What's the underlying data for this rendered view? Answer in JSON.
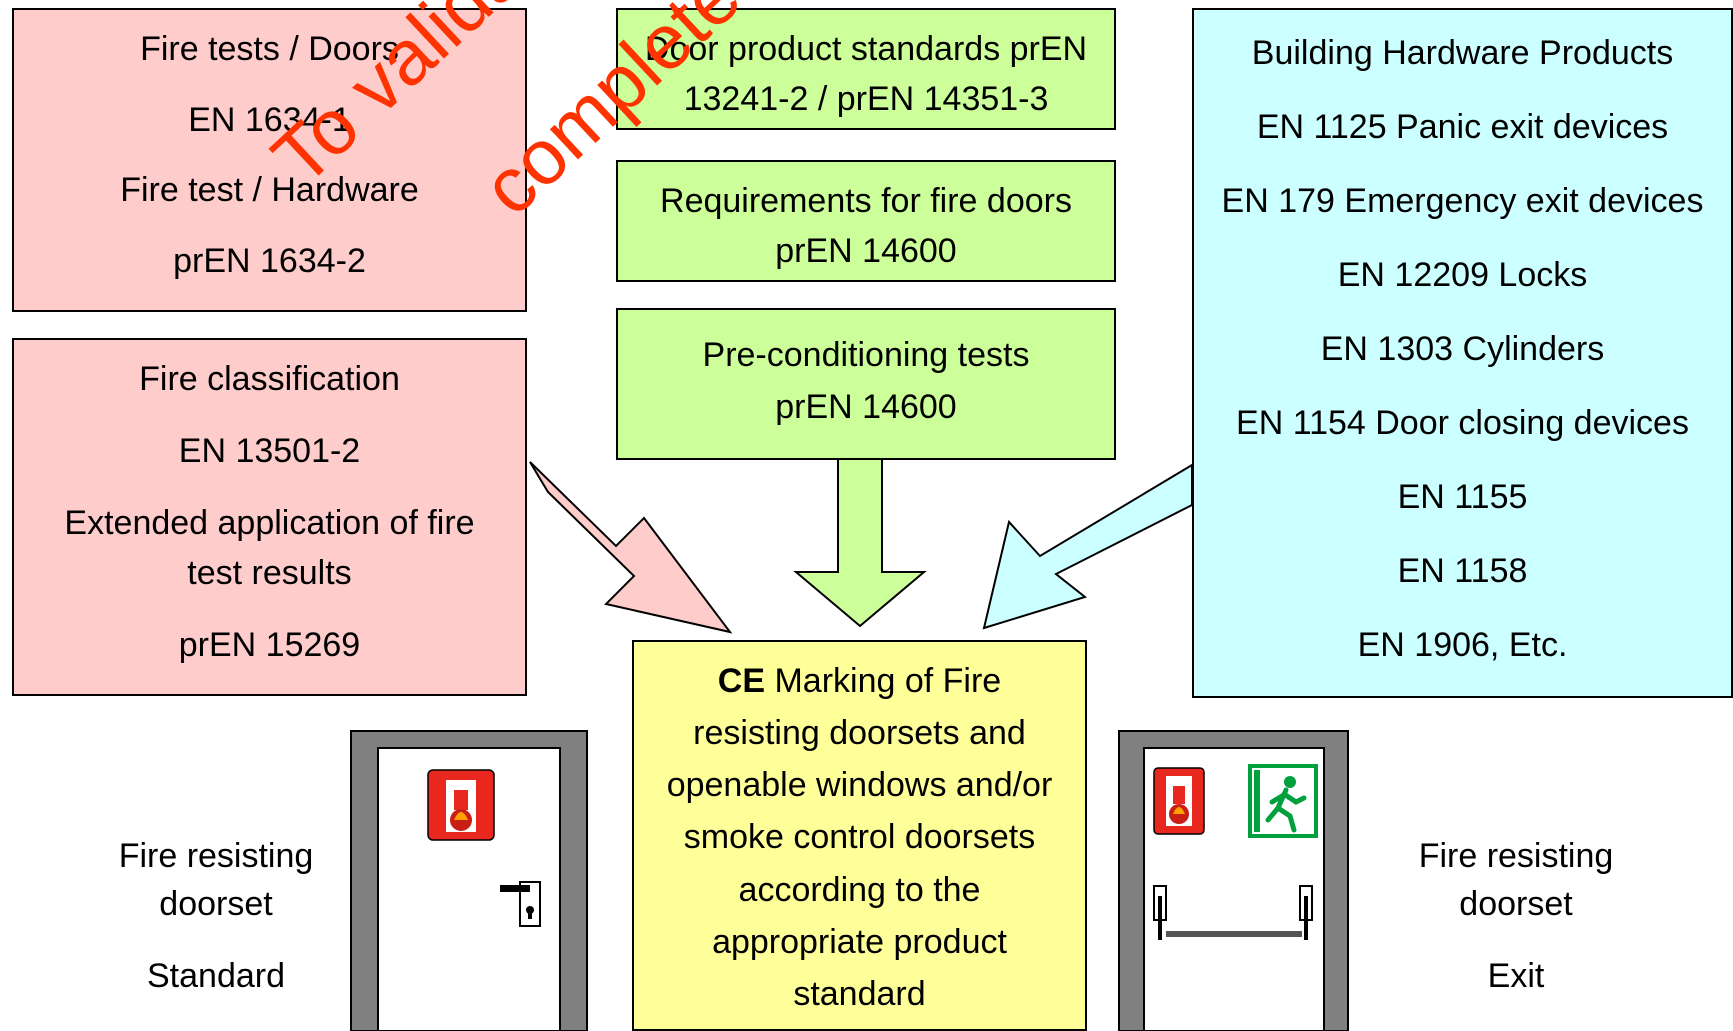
{
  "boxes": {
    "fire_tests": [
      "Fire tests / Doors",
      "EN 1634-1",
      "Fire test / Hardware",
      "prEN 1634-2"
    ],
    "fire_classification": [
      "Fire classification",
      "EN 13501-2",
      "Extended application of fire",
      "test results",
      "prEN 15269"
    ],
    "door_product_standards": [
      "Door product standards prEN",
      "13241-2 / prEN 14351-3"
    ],
    "requirements": [
      "Requirements for fire doors",
      "prEN 14600"
    ],
    "preconditioning": [
      "Pre-conditioning tests",
      "prEN 14600"
    ],
    "building_hardware": [
      "Building Hardware Products",
      "EN 1125 Panic exit devices",
      "EN 179 Emergency exit devices",
      "EN 12209 Locks",
      "EN 1303 Cylinders",
      "EN 1154 Door closing devices",
      "EN 1155",
      "EN 1158",
      "EN 1906, Etc."
    ],
    "ce_marking": {
      "ce": "CE",
      "first_line": " Marking of Fire",
      "lines": [
        "resisting doorsets and",
        "openable windows and/or",
        "smoke control doorsets",
        "according to the",
        "appropriate product",
        "standard"
      ]
    }
  },
  "labels": {
    "left": [
      "Fire resisting",
      "doorset",
      "Standard"
    ],
    "right": [
      "Fire resisting",
      "doorset",
      "Exit"
    ]
  },
  "watermark": {
    "line1": "To validate",
    "line2": "complete"
  },
  "colors": {
    "pink": "#ffcccc",
    "green": "#ccff99",
    "cyan": "#ccffff",
    "yellow": "#ffff99",
    "watermark": "#ff3300",
    "door_frame": "#808080",
    "fire_sign": "#e8281e",
    "exit_sign": "#00a03c"
  },
  "icons": [
    "fire-door-sign-icon",
    "emergency-exit-sign-icon",
    "door-handle-icon",
    "panic-bar-icon"
  ]
}
